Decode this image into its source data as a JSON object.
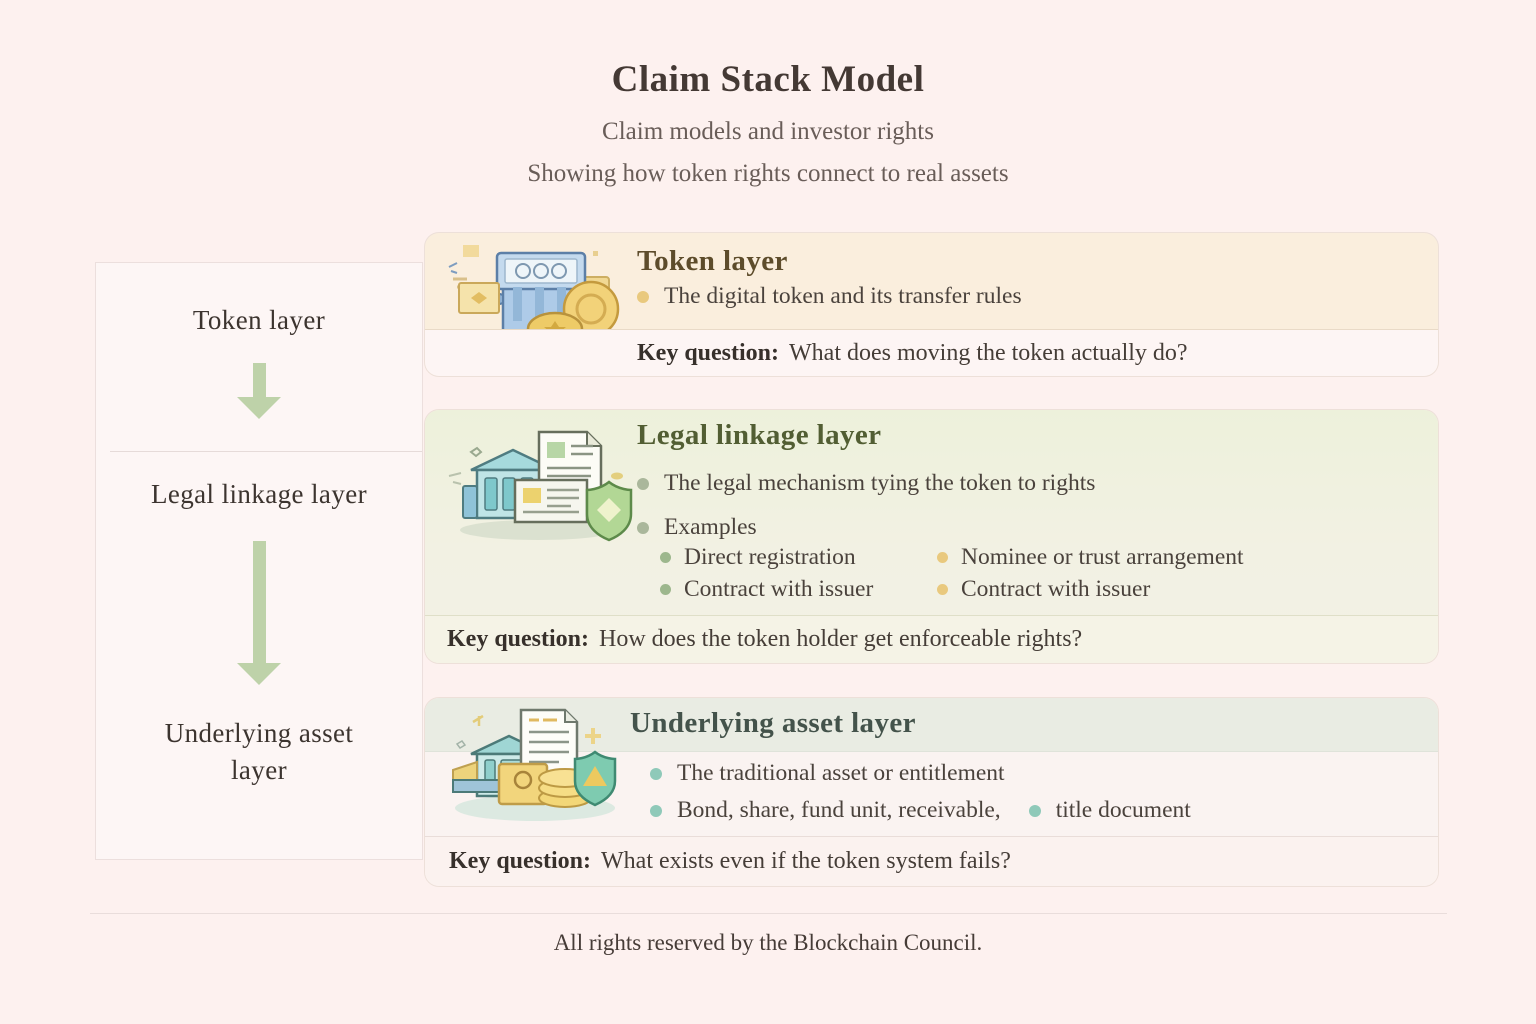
{
  "header": {
    "title": "Claim Stack Model",
    "subtitle1": "Claim models and investor rights",
    "subtitle2": "Showing how token rights connect to real assets"
  },
  "sidebar": {
    "items": [
      {
        "label": "Token layer"
      },
      {
        "label": "Legal linkage layer"
      },
      {
        "label": "Underlying asset layer"
      }
    ]
  },
  "cards": [
    {
      "title": "Token layer",
      "bullets": [
        "The digital token and its transfer rules"
      ],
      "key_question_label": "Key question:",
      "key_question": "What does moving the token actually do?"
    },
    {
      "title": "Legal linkage layer",
      "bullets": [
        "The legal mechanism tying the token to rights",
        "Examples"
      ],
      "examples_col1": [
        "Direct registration",
        "Contract with issuer"
      ],
      "examples_col2": [
        "Nominee or trust arrangement",
        "Contract with issuer"
      ],
      "key_question_label": "Key question:",
      "key_question": "How does the token holder get enforceable rights?"
    },
    {
      "title": "Underlying asset layer",
      "bullets": [
        "The traditional asset or entitlement"
      ],
      "bullet2_part1": "Bond, share, fund unit, receivable,",
      "bullet2_part2": "title document",
      "key_question_label": "Key question:",
      "key_question": "What exists even if the token system fails?"
    }
  ],
  "footer": {
    "text": "All rights reserved by the Blockchain Council."
  },
  "colors": {
    "page_background": "#fdf1ef",
    "arrow_green": "#bed2a9",
    "card1_background": "#faeedd",
    "card2_background": "#eef1dc",
    "card3_header_background": "#e9ece3",
    "bullet_gold": "#e9c97e",
    "bullet_sage": "#aab79b",
    "bullet_teal": "#8fc9b9",
    "title_card1": "#5d4c2b",
    "title_card2": "#525e33",
    "title_card3": "#44534b"
  }
}
